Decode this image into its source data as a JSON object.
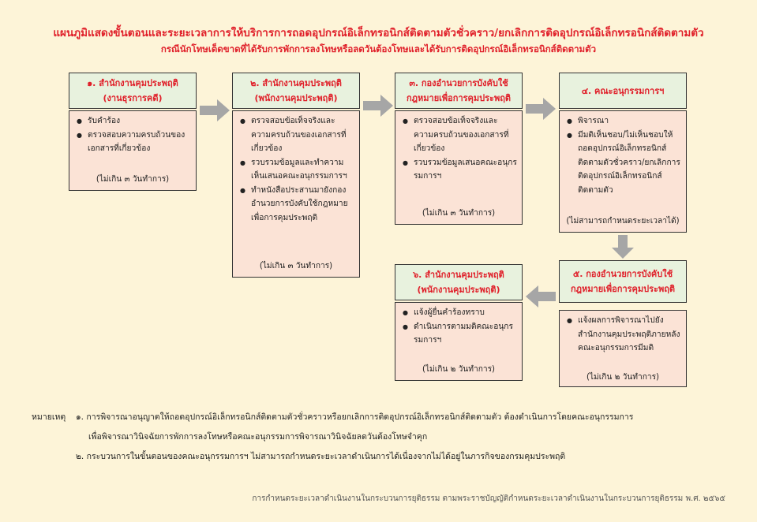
{
  "title": "แผนภูมิแสดงขั้นตอนและระยะเวลาการให้บริการการถอดอุปกรณ์อิเล็กทรอนิกส์ติดตามตัวชั่วคราว/ยกเลิกการติดอุปกรณ์อิเล็กทรอนิกส์ติดตามตัว",
  "subtitle": "กรณีนักโทษเด็ดขาดที่ได้รับการพักการลงโทษหรือลดวันต้องโทษและได้รับการติดอุปกรณ์อิเล็กทรอนิกส์ติดตามตัว",
  "steps": [
    {
      "header": [
        "๑. สำนักงานคุมประพฤติ",
        "(งานธุรการคดี)"
      ],
      "items": [
        "รับคำร้อง",
        "ตรวจสอบความครบถ้วนของเอกสารที่เกี่ยวข้อง"
      ],
      "duration": "(ไม่เกิน ๓ วันทำการ)"
    },
    {
      "header": [
        "๒. สำนักงานคุมประพฤติ",
        "(พนักงานคุมประพฤติ)"
      ],
      "items": [
        "ตรวจสอบข้อเท็จจริงและความครบถ้วนของเอกสารที่เกี่ยวข้อง",
        "รวบรวมข้อมูลและทำความเห็นเสนอคณะอนุกรรมการฯ",
        "ทำหนังสือประสานมายังกองอำนวยการบังคับใช้กฎหมายเพื่อการคุมประพฤติ"
      ],
      "duration": "(ไม่เกิน ๓ วันทำการ)"
    },
    {
      "header": [
        "๓. กองอำนวยการบังคับใช้",
        "กฎหมายเพื่อการคุมประพฤติ"
      ],
      "items": [
        "ตรวจสอบข้อเท็จจริงและความครบถ้วนของเอกสารที่เกี่ยวข้อง",
        "รวบรวมข้อมูลเสนอคณะอนุกรรมการฯ"
      ],
      "duration": "(ไม่เกิน ๓ วันทำการ)"
    },
    {
      "header": [
        "๔. คณะอนุกรรมการฯ"
      ],
      "items": [
        "พิจารณา",
        "มีมติเห็นชอบ/ไม่เห็นชอบให้ถอดอุปกรณ์อิเล็กทรอนิกส์ติดตามตัวชั่วคราว/ยกเลิกการติดอุปกรณ์อิเล็กทรอนิกส์ติดตามตัว"
      ],
      "duration": "(ไม่สามารถกำหนดระยะเวลาได้)"
    },
    {
      "header": [
        "๕. กองอำนวยการบังคับใช้",
        "กฎหมายเพื่อการคุมประพฤติ"
      ],
      "items": [
        "แจ้งผลการพิจารณาไปยังสำนักงานคุมประพฤติภายหลังคณะอนุกรรมการมีมติ"
      ],
      "duration": "(ไม่เกิน ๒ วันทำการ)"
    },
    {
      "header": [
        "๖. สำนักงานคุมประพฤติ",
        "(พนักงานคุมประพฤติ)"
      ],
      "items": [
        "แจ้งผู้ยื่นคำร้องทราบ",
        "ดำเนินการตามมติคณะอนุกรรมการฯ"
      ],
      "duration": "(ไม่เกิน ๒ วันทำการ)"
    }
  ],
  "notes": {
    "label": "หมายเหตุ",
    "n1_line1": "๑. การพิจารณาอนุญาตให้ถอดอุปกรณ์อิเล็กทรอนิกส์ติดตามตัวชั่วคราวหรือยกเลิกการติดอุปกรณ์อิเล็กทรอนิกส์ติดตามตัว ต้องดำเนินการโดยคณะอนุกรรมการ",
    "n1_line2": "เพื่อพิจารณาวินิจฉัยการพักการลงโทษหรือคณะอนุกรรมการพิจารณาวินิจฉัยลดวันต้องโทษจำคุก",
    "n2": "๒. กระบวนการในขั้นตอนของคณะอนุกรรมการฯ ไม่สามารถกำหนดระยะเวลาดำเนินการได้เนื่องจากไม่ได้อยู่ในภารกิจของกรมคุมประพฤติ"
  },
  "footer": "การกำหนดระยะเวลาดำเนินงานในกระบวนการยุติธรรม ตามพระราชบัญญัติกำหนดระยะเวลาดำเนินงานในกระบวนการยุติธรรม พ.ศ. ๒๕๖๕",
  "colors": {
    "title": "#e0202a",
    "header_bg": "#e8f2de",
    "body_bg": "#fbe3d6",
    "arrow": "#a6a6a6",
    "page_bg": "#fdf4d8"
  }
}
